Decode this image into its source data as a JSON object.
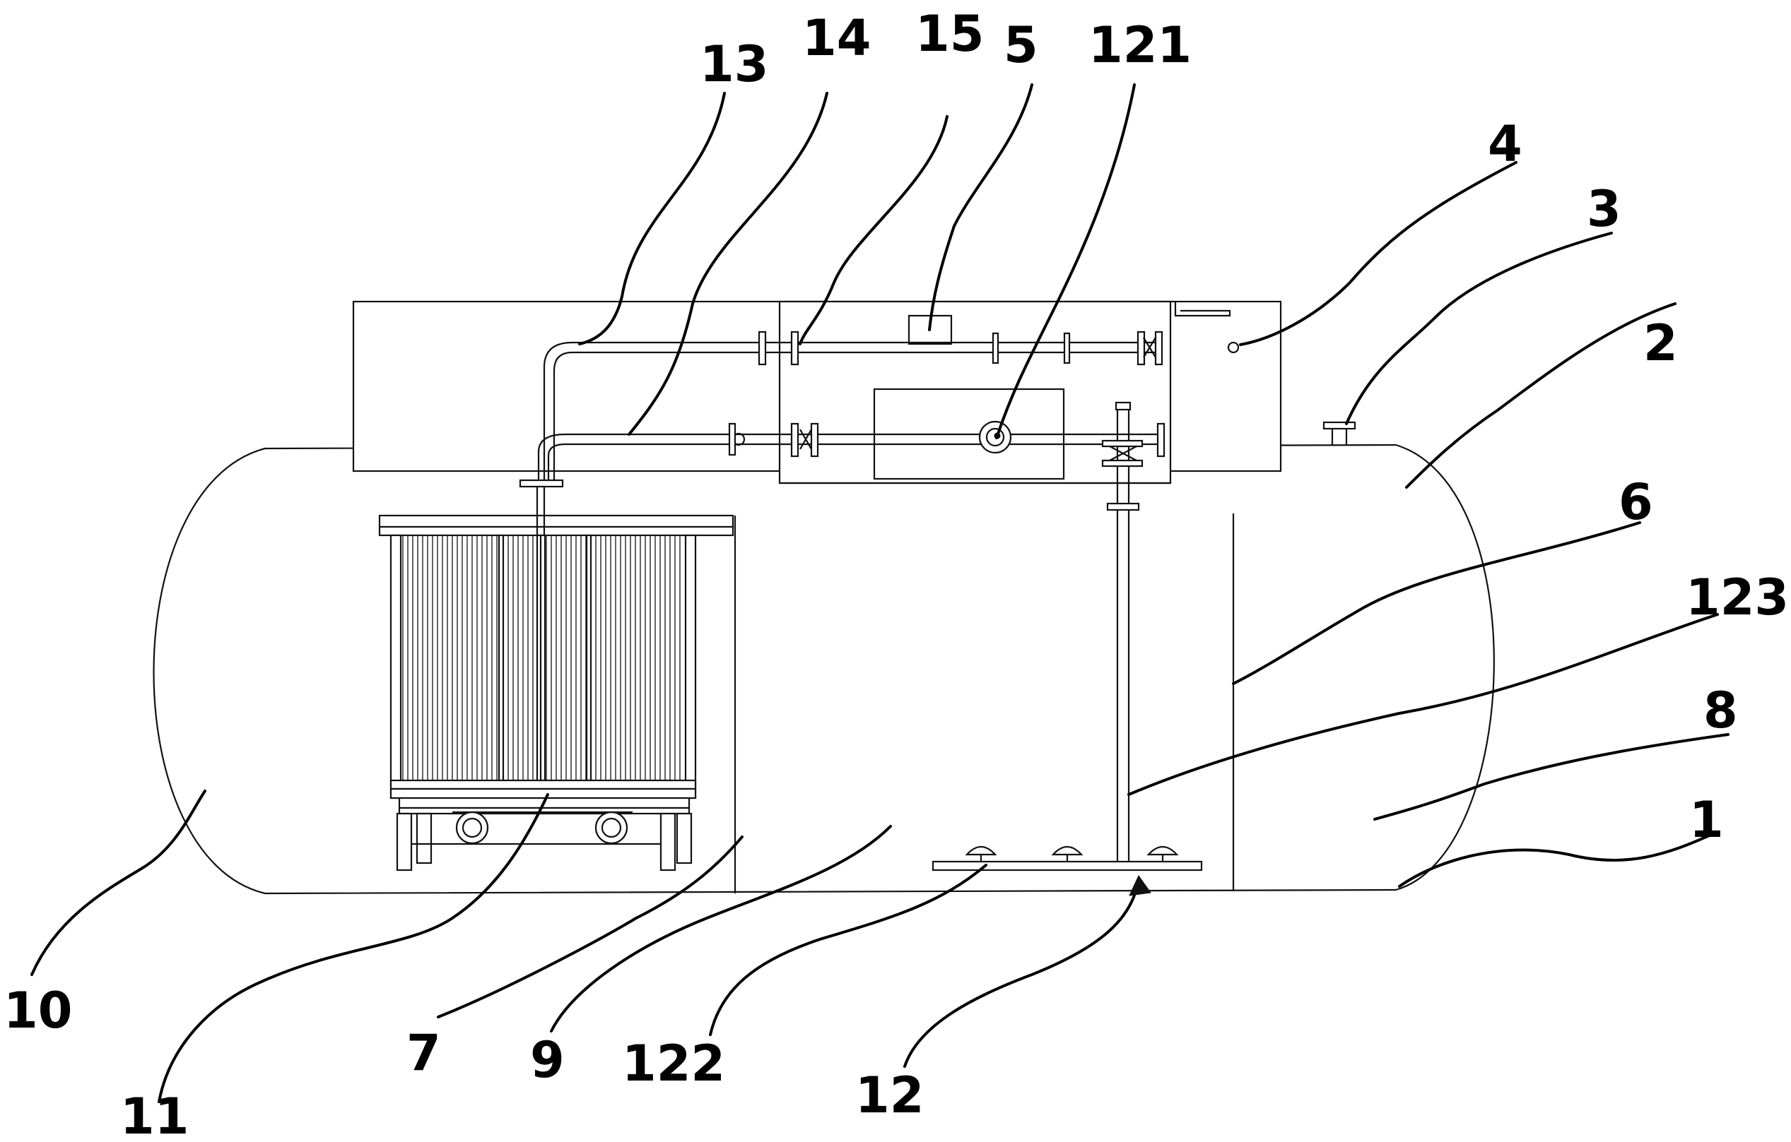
{
  "labels": {
    "l1": "1",
    "l2": "2",
    "l3": "3",
    "l4": "4",
    "l5": "5",
    "l6": "6",
    "l7": "7",
    "l8": "8",
    "l9": "9",
    "l10": "10",
    "l11": "11",
    "l12": "12",
    "l13": "13",
    "l14": "14",
    "l15": "15",
    "l121": "121",
    "l122": "122",
    "l123": "123"
  }
}
